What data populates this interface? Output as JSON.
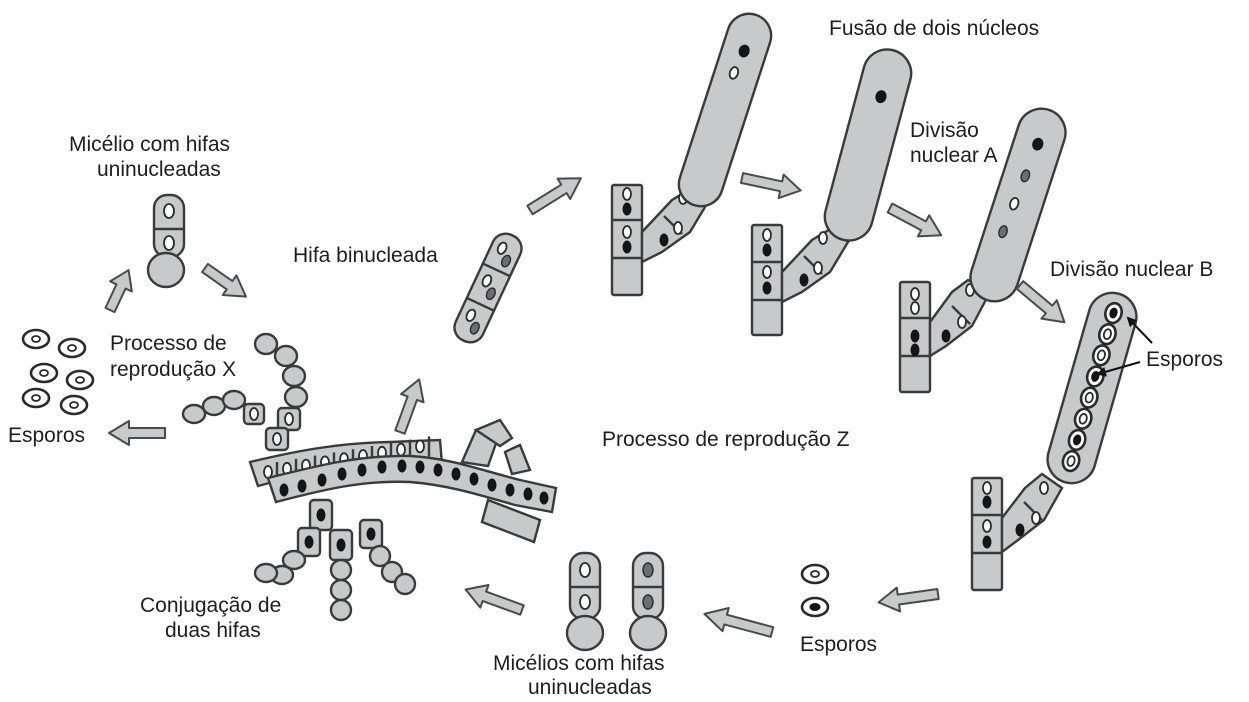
{
  "labels": {
    "micelio_top": [
      "Micélio com hifas",
      "uninucleadas"
    ],
    "processo_x": [
      "Processo de",
      "reprodução X"
    ],
    "esporos_left": "Esporos",
    "hifa_binucleada": "Hifa binucleada",
    "fusao": "Fusão de dois núcleos",
    "divisao_a": [
      "Divisão",
      "nuclear A"
    ],
    "divisao_b": "Divisão nuclear B",
    "esporos_ascus": "Esporos",
    "processo_z": "Processo de reprodução Z",
    "esporos_bottom": "Esporos",
    "micelios_bottom": [
      "Micélios com hifas",
      "uninucleadas"
    ],
    "conjugacao": [
      "Conjugação de",
      "duas hifas"
    ]
  },
  "colors": {
    "cell_fill": "#c8c9cb",
    "outline": "#3a3a3a",
    "nucleus_dark": "#151515",
    "nucleus_light": "#ffffff",
    "text": "#1e1e1e"
  }
}
